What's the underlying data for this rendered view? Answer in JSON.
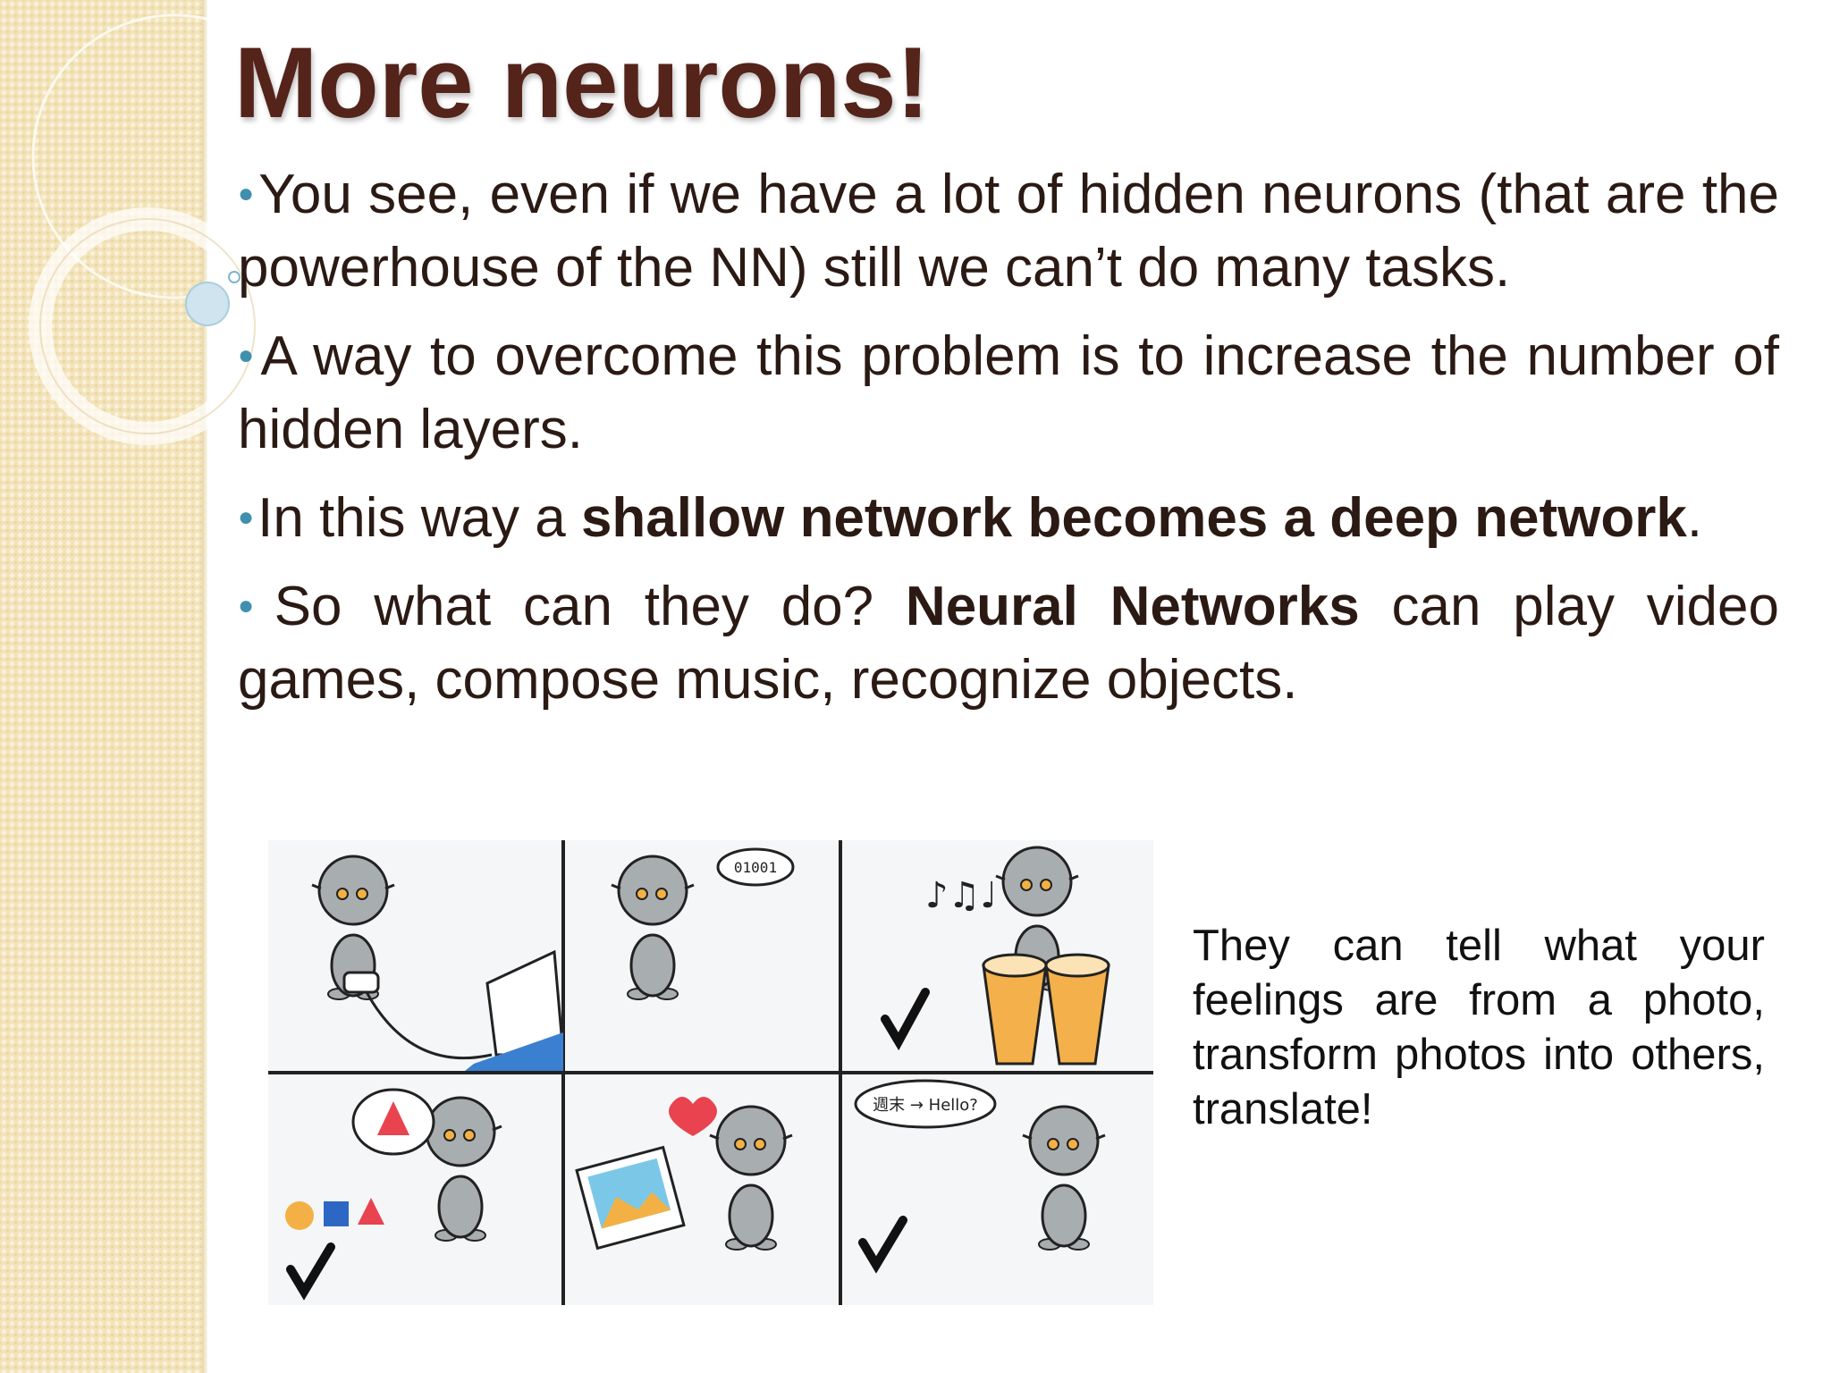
{
  "slide": {
    "title": "More neurons!",
    "bullets": [
      {
        "text": "You see, even if we have a lot of hidden neurons (that are the powerhouse of the NN) still we can’t do many tasks."
      },
      {
        "text": "A way to overcome this problem is to increase the number of hidden layers."
      },
      {
        "pre": "In this way a ",
        "bold1": "shallow network becomes a deep network",
        "post": "."
      },
      {
        "pre": "So what can they do? ",
        "bold1": "Neural Networks",
        "mid": " can play video games, compose music, recognize objects."
      }
    ],
    "caption": "They can tell what your feelings are from a photo, transform photos into others, translate!",
    "illustration": {
      "panels": [
        "playing-video-game",
        "talking-binary",
        "playing-drums",
        "recognizing-shapes",
        "recognizing-photo-feelings",
        "translating-speech"
      ],
      "binary_bubble": "01001",
      "translate_bubble": "週末 → Hello?"
    }
  },
  "colors": {
    "title": "#54231a",
    "text": "#2b1a14",
    "bullet": "#3f8fae",
    "sidebar": "#f3e3b8"
  }
}
